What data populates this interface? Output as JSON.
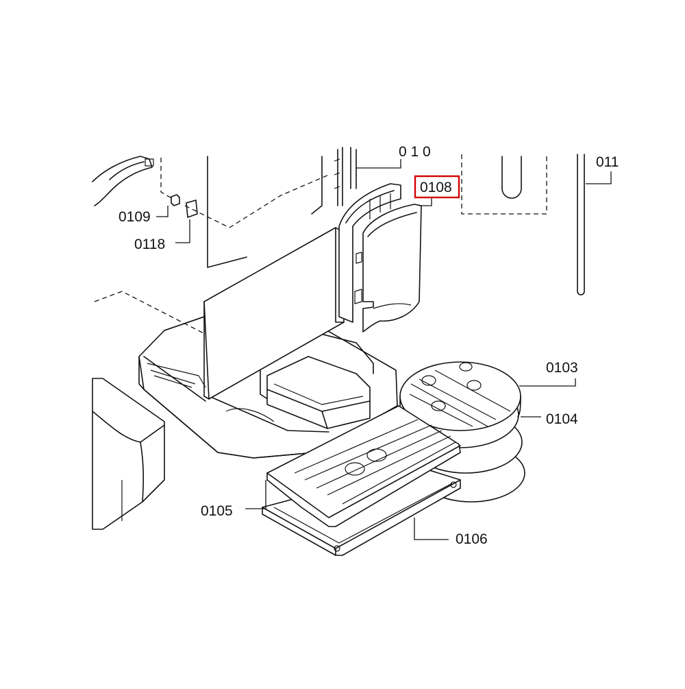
{
  "labels": {
    "p0103": "0103",
    "p0104": "0104",
    "p0105": "0105",
    "p0106": "0106",
    "p0108": "0108",
    "p0109": "0109",
    "p0118": "0118",
    "p011_partial": "011"
  },
  "highlight_color": "#d40000"
}
